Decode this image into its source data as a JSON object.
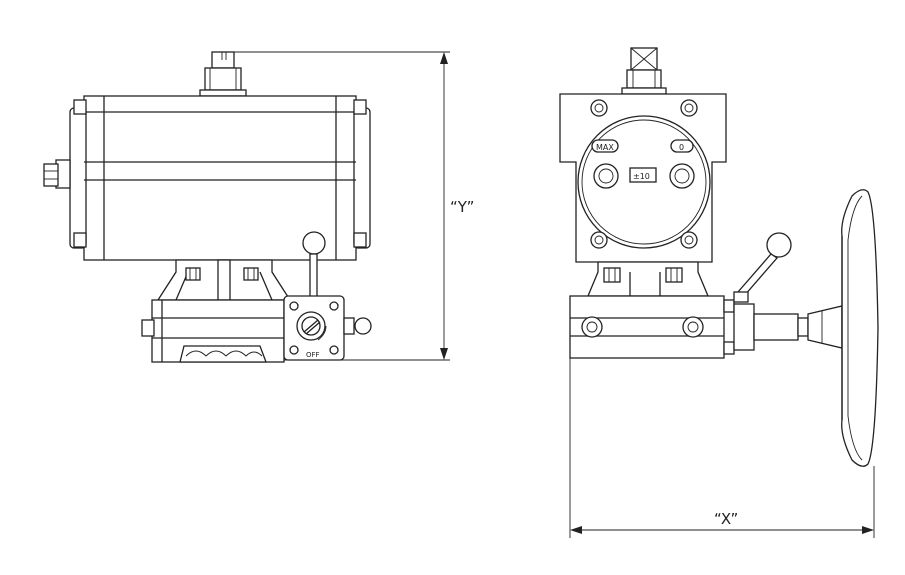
{
  "drawing": {
    "left_view": {
      "dimension_label": "“Y”",
      "off_label": "OFF"
    },
    "right_view": {
      "max_label": "MAX",
      "zero_label": "0",
      "range_label": "±10",
      "dimension_label": "“X”"
    },
    "colors": {
      "line": "#222222",
      "background": "#ffffff"
    }
  }
}
